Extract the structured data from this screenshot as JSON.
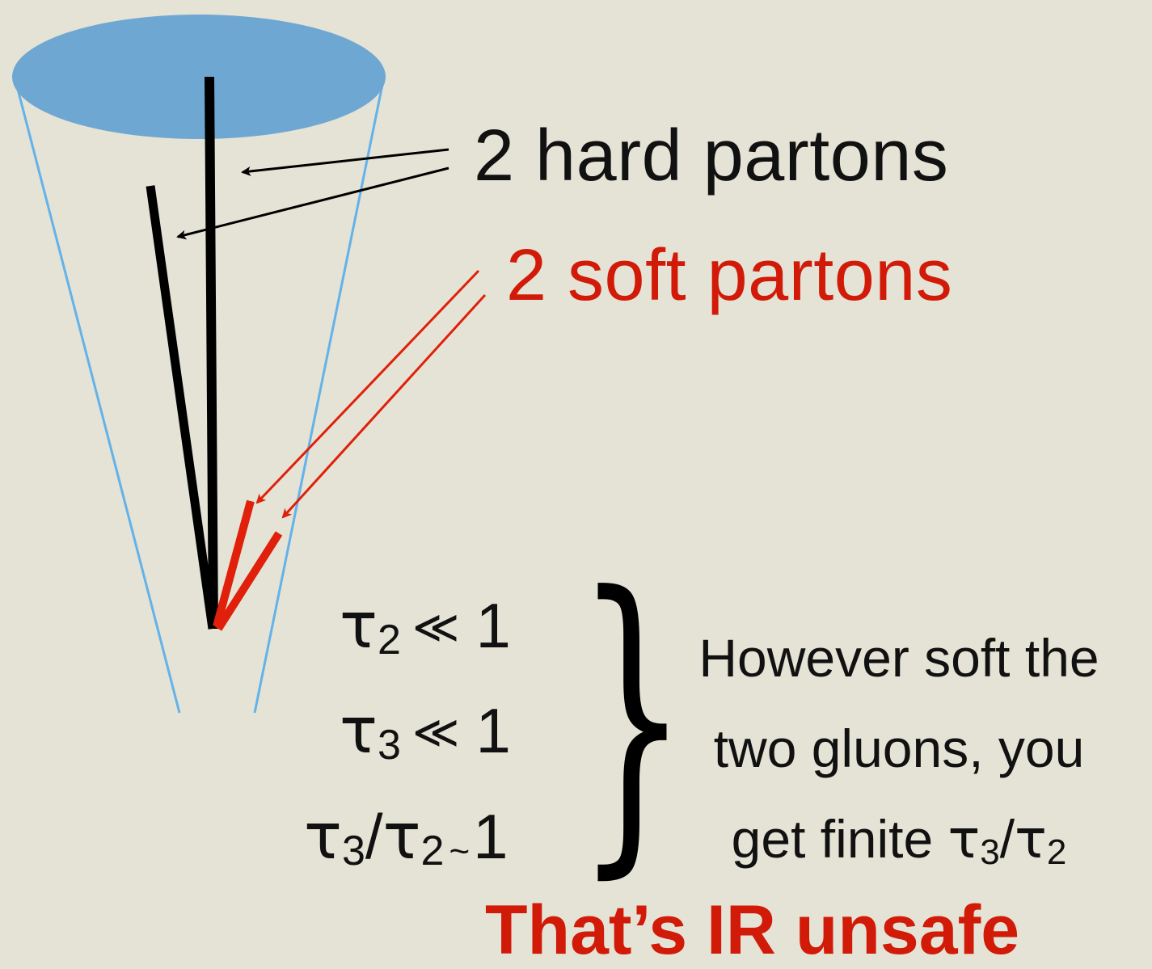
{
  "colors": {
    "background": "#e4e3d5",
    "cone_top": "#6fa7d3",
    "cone_side": "#63b2ea",
    "hard_parton": "#000000",
    "soft_parton": "#e0200a",
    "text": "#111111",
    "accent_red": "#d11a08"
  },
  "labels": {
    "hard_partons": "2 hard partons",
    "soft_partons": "2 soft partons"
  },
  "equations": [
    {
      "tau": "τ",
      "sub": "2",
      "relation": "≪",
      "value": "1"
    },
    {
      "tau": "τ",
      "sub": "3",
      "relation": "≪",
      "value": "1"
    },
    {
      "ratio_num_tau": "τ",
      "ratio_num_sub": "3",
      "slash": "/",
      "ratio_den_tau": "τ",
      "ratio_den_sub": "2",
      "relation": "~",
      "value": "1"
    }
  ],
  "brace": "}",
  "note": {
    "line1": "However soft the",
    "line2": "two gluons, you",
    "line3_prefix": "get finite ",
    "tau": "τ",
    "sub_a": "3",
    "slash": "/",
    "sub_b": "2"
  },
  "conclusion": "That’s IR unsafe"
}
